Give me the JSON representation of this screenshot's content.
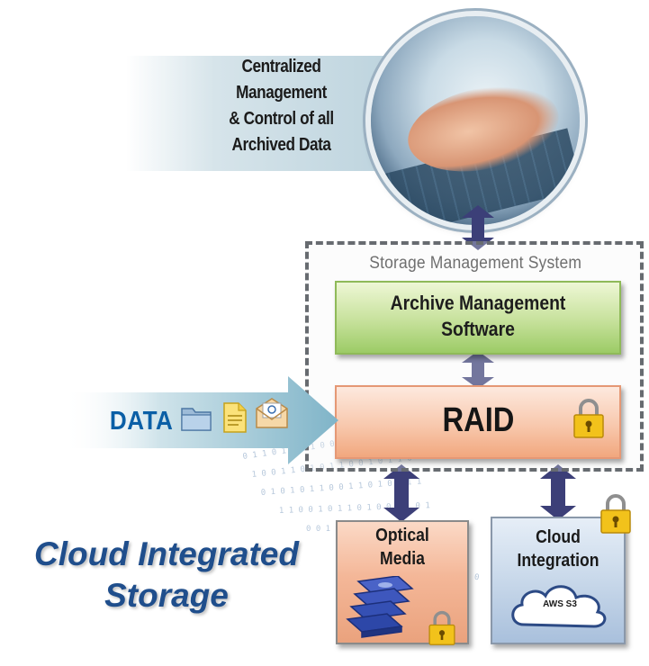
{
  "callout": {
    "line1": "Centralized",
    "line2": "Management",
    "line3": "& Control of all",
    "line4": "Archived Data"
  },
  "storage_system": {
    "title": "Storage Management System",
    "archive_line1": "Archive Management",
    "archive_line2": "Software",
    "raid_label": "RAID"
  },
  "data_input": {
    "label": "DATA"
  },
  "optical": {
    "line1": "Optical",
    "line2": "Media"
  },
  "cloud": {
    "line1": "Cloud",
    "line2": "Integration",
    "aws_label": "AWS S3"
  },
  "main_title": {
    "line1": "Cloud Integrated",
    "line2": "Storage"
  },
  "colors": {
    "arrow": "#3c3f78",
    "title_blue": "#1f4e8c",
    "data_blue": "#0b5fa6",
    "archive_green": "#c6e19b",
    "raid_salmon": "#f8c8ad",
    "cloud_blue": "#c8d8ea"
  },
  "icons": [
    "folder-icon",
    "document-icon",
    "email-icon",
    "lock-icon",
    "cloud-icon",
    "disc-stack-icon",
    "double-arrow-icon"
  ]
}
